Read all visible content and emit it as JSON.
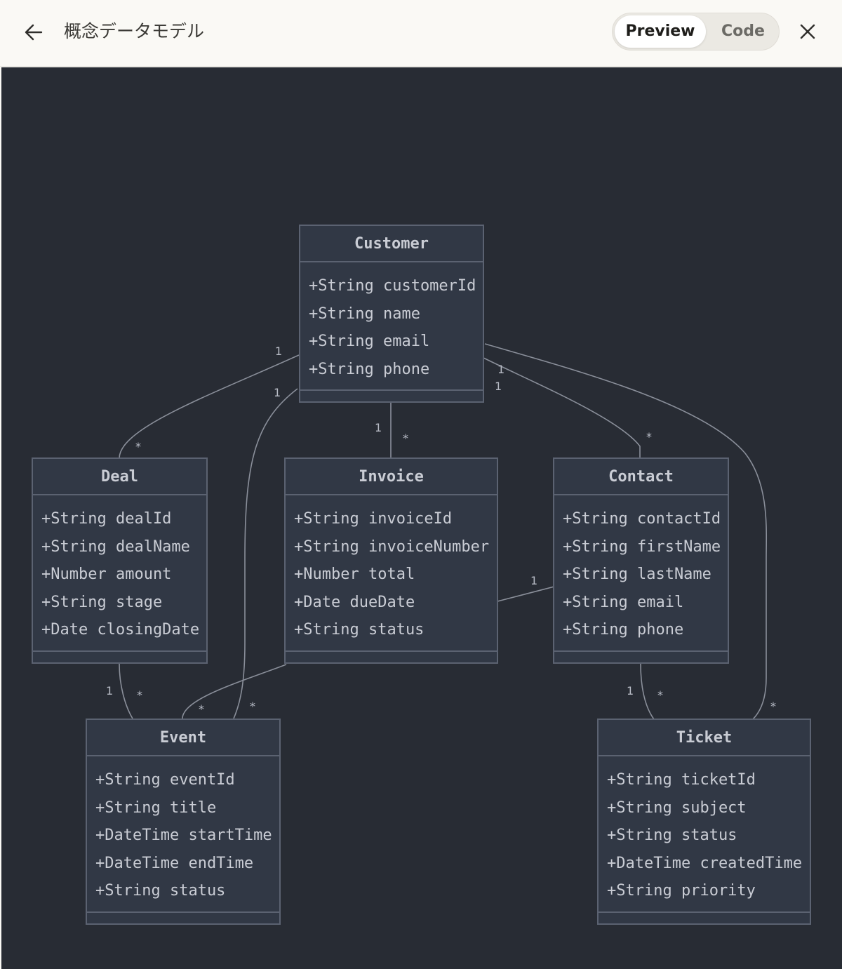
{
  "header": {
    "title": "概念データモデル",
    "toggle": {
      "preview_label": "Preview",
      "code_label": "Code",
      "selected": "Preview"
    }
  },
  "diagram": {
    "type": "class-diagram",
    "classes": {
      "customer": {
        "name": "Customer",
        "attributes": [
          "+String customerId",
          "+String name",
          "+String email",
          "+String phone"
        ]
      },
      "deal": {
        "name": "Deal",
        "attributes": [
          "+String dealId",
          "+String dealName",
          "+Number amount",
          "+String stage",
          "+Date closingDate"
        ]
      },
      "invoice": {
        "name": "Invoice",
        "attributes": [
          "+String invoiceId",
          "+String invoiceNumber",
          "+Number total",
          "+Date dueDate",
          "+String status"
        ]
      },
      "contact": {
        "name": "Contact",
        "attributes": [
          "+String contactId",
          "+String firstName",
          "+String lastName",
          "+String email",
          "+String phone"
        ]
      },
      "event": {
        "name": "Event",
        "attributes": [
          "+String eventId",
          "+String title",
          "+DateTime startTime",
          "+DateTime endTime",
          "+String status"
        ]
      },
      "ticket": {
        "name": "Ticket",
        "attributes": [
          "+String ticketId",
          "+String subject",
          "+String status",
          "+DateTime createdTime",
          "+String priority"
        ]
      }
    },
    "relations": {
      "customer_deal": {
        "from": "Customer",
        "to": "Deal",
        "from_card": "1",
        "to_card": "*"
      },
      "customer_event": {
        "from": "Customer",
        "to": "Event",
        "from_card": "1",
        "to_card": "*"
      },
      "customer_invoice": {
        "from": "Customer",
        "to": "Invoice",
        "from_card": "1",
        "to_card": "*"
      },
      "customer_contact": {
        "from": "Customer",
        "to": "Contact",
        "from_card": "1",
        "to_card": "*"
      },
      "customer_ticket": {
        "from": "Customer",
        "to": "Ticket",
        "from_card": "1",
        "to_card": "*"
      },
      "deal_event": {
        "from": "Deal",
        "to": "Event",
        "from_card": "1",
        "to_card": "*"
      },
      "invoice_event": {
        "from": "Invoice",
        "to": "Event",
        "to_card": "*"
      },
      "contact_invoice": {
        "from": "Contact",
        "to": "Invoice",
        "from_card": "1"
      },
      "contact_ticket": {
        "from": "Contact",
        "to": "Ticket",
        "from_card": "1",
        "to_card": "*"
      }
    }
  },
  "colors": {
    "canvas_bg": "#282c34",
    "box_fill": "#313845",
    "box_border": "#5b6271",
    "text": "#c9ccd4",
    "edge": "#8a8f9a"
  }
}
